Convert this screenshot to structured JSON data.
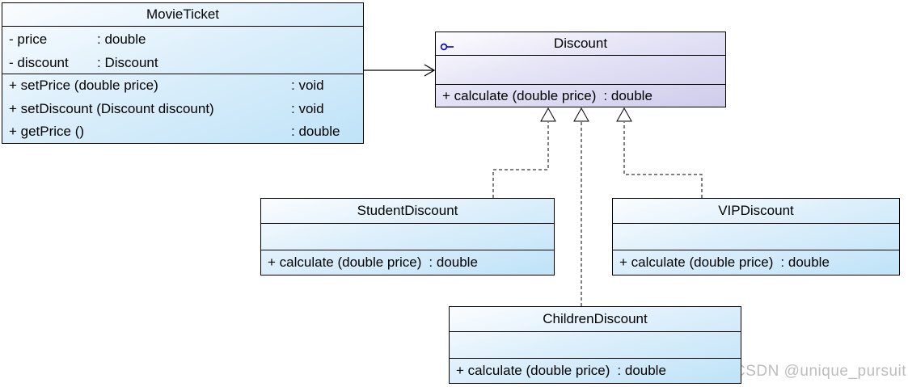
{
  "watermark": "CSDN @unique_pursuit",
  "colors": {
    "class_gradient_start": "#fbfdff",
    "class_gradient_end": "#bfe3f8",
    "interface_gradient_start": "#fdfdff",
    "interface_gradient_end": "#cfccec",
    "border": "#000000",
    "interface_icon": "#0000cc",
    "watermark_text": "#bdbdbd"
  },
  "classes": {
    "movie_ticket": {
      "title": "MovieTicket",
      "attributes": [
        {
          "name": "- price",
          "type": ": double"
        },
        {
          "name": "- discount",
          "type": ": Discount"
        }
      ],
      "methods": [
        {
          "signature": "+ setPrice (double price)",
          "returns": ": void"
        },
        {
          "signature": "+ setDiscount (Discount discount)",
          "returns": ": void"
        },
        {
          "signature": "+ getPrice ()",
          "returns": ": double"
        }
      ]
    },
    "discount": {
      "title": "Discount",
      "icon": "interface-lollipop-icon",
      "attributes": [],
      "methods": [
        {
          "signature": "+ calculate (double price)",
          "returns": ": double"
        }
      ]
    },
    "student_discount": {
      "title": "StudentDiscount",
      "attributes": [],
      "methods": [
        {
          "signature": "+ calculate (double price)",
          "returns": ": double"
        }
      ]
    },
    "vip_discount": {
      "title": "VIPDiscount",
      "attributes": [],
      "methods": [
        {
          "signature": "+ calculate (double price)",
          "returns": ": double"
        }
      ]
    },
    "children_discount": {
      "title": "ChildrenDiscount",
      "attributes": [],
      "methods": [
        {
          "signature": "+ calculate (double price)",
          "returns": ": double"
        }
      ]
    }
  },
  "relations": [
    {
      "type": "association",
      "from": "MovieTicket",
      "to": "Discount"
    },
    {
      "type": "realization",
      "from": "StudentDiscount",
      "to": "Discount"
    },
    {
      "type": "realization",
      "from": "ChildrenDiscount",
      "to": "Discount"
    },
    {
      "type": "realization",
      "from": "VIPDiscount",
      "to": "Discount"
    }
  ]
}
